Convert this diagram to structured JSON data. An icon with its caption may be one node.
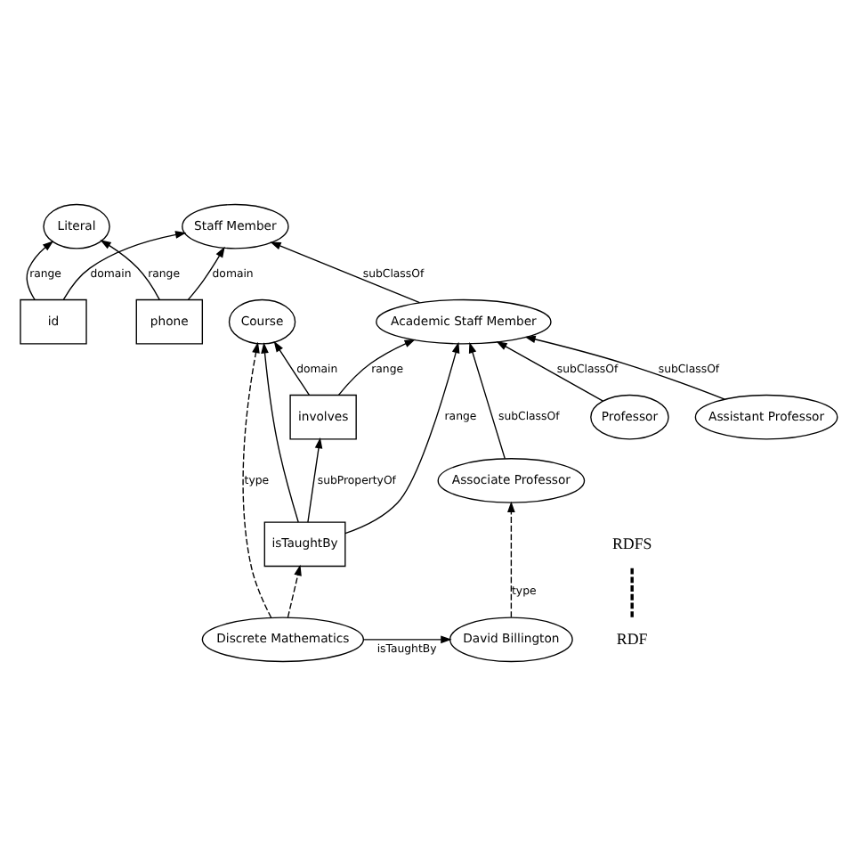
{
  "diagram": {
    "nodes": [
      {
        "text": [
          "Literal"
        ]
      },
      {
        "text": [
          "id"
        ]
      },
      {
        "text": [
          "phone"
        ]
      },
      {
        "text": [
          "Staff Member"
        ]
      },
      {
        "text": [
          "involves"
        ]
      },
      {
        "text": [
          "Academic Staff Member"
        ]
      },
      {
        "text": [
          "isTaughtBy"
        ]
      },
      {
        "text": [
          "Course"
        ]
      },
      {
        "text": [
          "Professor"
        ]
      },
      {
        "text": [
          "Associate Professor"
        ]
      },
      {
        "text": [
          "Assistant Professor"
        ]
      },
      {
        "text": [
          "Discrete Mathematics"
        ]
      },
      {
        "text": [
          "David Billington"
        ]
      }
    ],
    "edges": [
      {
        "from": 1,
        "to": 0,
        "arrow": "to",
        "label": "range"
      },
      {
        "from": 2,
        "to": 0,
        "arrow": "to",
        "label": "range"
      },
      {
        "from": 1,
        "to": 3,
        "arrow": "to",
        "label": "domain"
      },
      {
        "from": 2,
        "to": 3,
        "arrow": "to",
        "label": "domain"
      },
      {
        "from": 5,
        "to": 3,
        "arrow": "to",
        "label": "subClassOf"
      },
      {
        "from": 4,
        "to": 5,
        "arrow": "to",
        "label": "range"
      },
      {
        "from": 4,
        "to": 7,
        "arrow": "to",
        "label": "domain"
      },
      {
        "from": 6,
        "to": 4,
        "arrow": "to",
        "label": "subPropertyOf"
      },
      {
        "from": 6,
        "to": 5,
        "arrow": "to",
        "label": "range"
      },
      {
        "from": 6,
        "to": 7,
        "arrow": "to"
      },
      {
        "from": 8,
        "to": 5,
        "arrow": "to",
        "label": "subClassOf"
      },
      {
        "from": 9,
        "to": 5,
        "arrow": "to",
        "label": "subClassOf"
      },
      {
        "from": 10,
        "to": 5,
        "arrow": "to",
        "label": "subClassOf"
      },
      {
        "from": 11,
        "to": 7,
        "arrow": "to",
        "label": "type",
        "style": "dashed"
      },
      {
        "from": 11,
        "to": 6,
        "arrow": "to",
        "style": "dashed"
      },
      {
        "from": 12,
        "to": 9,
        "arrow": "to",
        "label": "type",
        "style": "dashed"
      },
      {
        "from": 11,
        "to": 12,
        "arrow": "to",
        "label": "isTaughtBy"
      }
    ],
    "labels": [
      "RDFS",
      "RDF"
    ]
  }
}
